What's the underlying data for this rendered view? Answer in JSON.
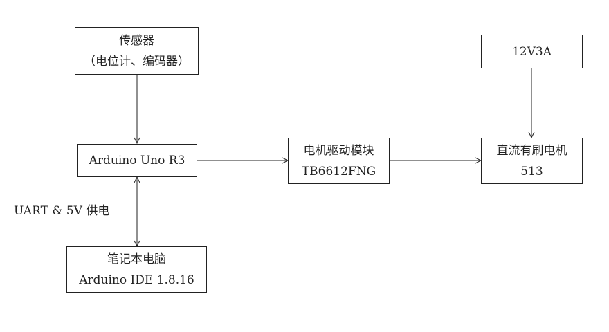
{
  "diagram": {
    "nodes": {
      "sensor": {
        "line1": "传感器",
        "line2": "（电位计、编码器）"
      },
      "arduino": {
        "line1": "Arduino Uno R3"
      },
      "laptop": {
        "line1": "笔记本电脑",
        "line2": "Arduino IDE 1.8.16"
      },
      "driver": {
        "line1": "电机驱动模块",
        "line2": "TB6612FNG"
      },
      "power": {
        "line1": "12V3A"
      },
      "motor": {
        "line1": "直流有刷电机",
        "line2": "513"
      }
    },
    "edges": {
      "arduino_laptop_label": "UART & 5V 供电"
    },
    "colors": {
      "stroke": "#222222",
      "background": "#ffffff"
    }
  }
}
